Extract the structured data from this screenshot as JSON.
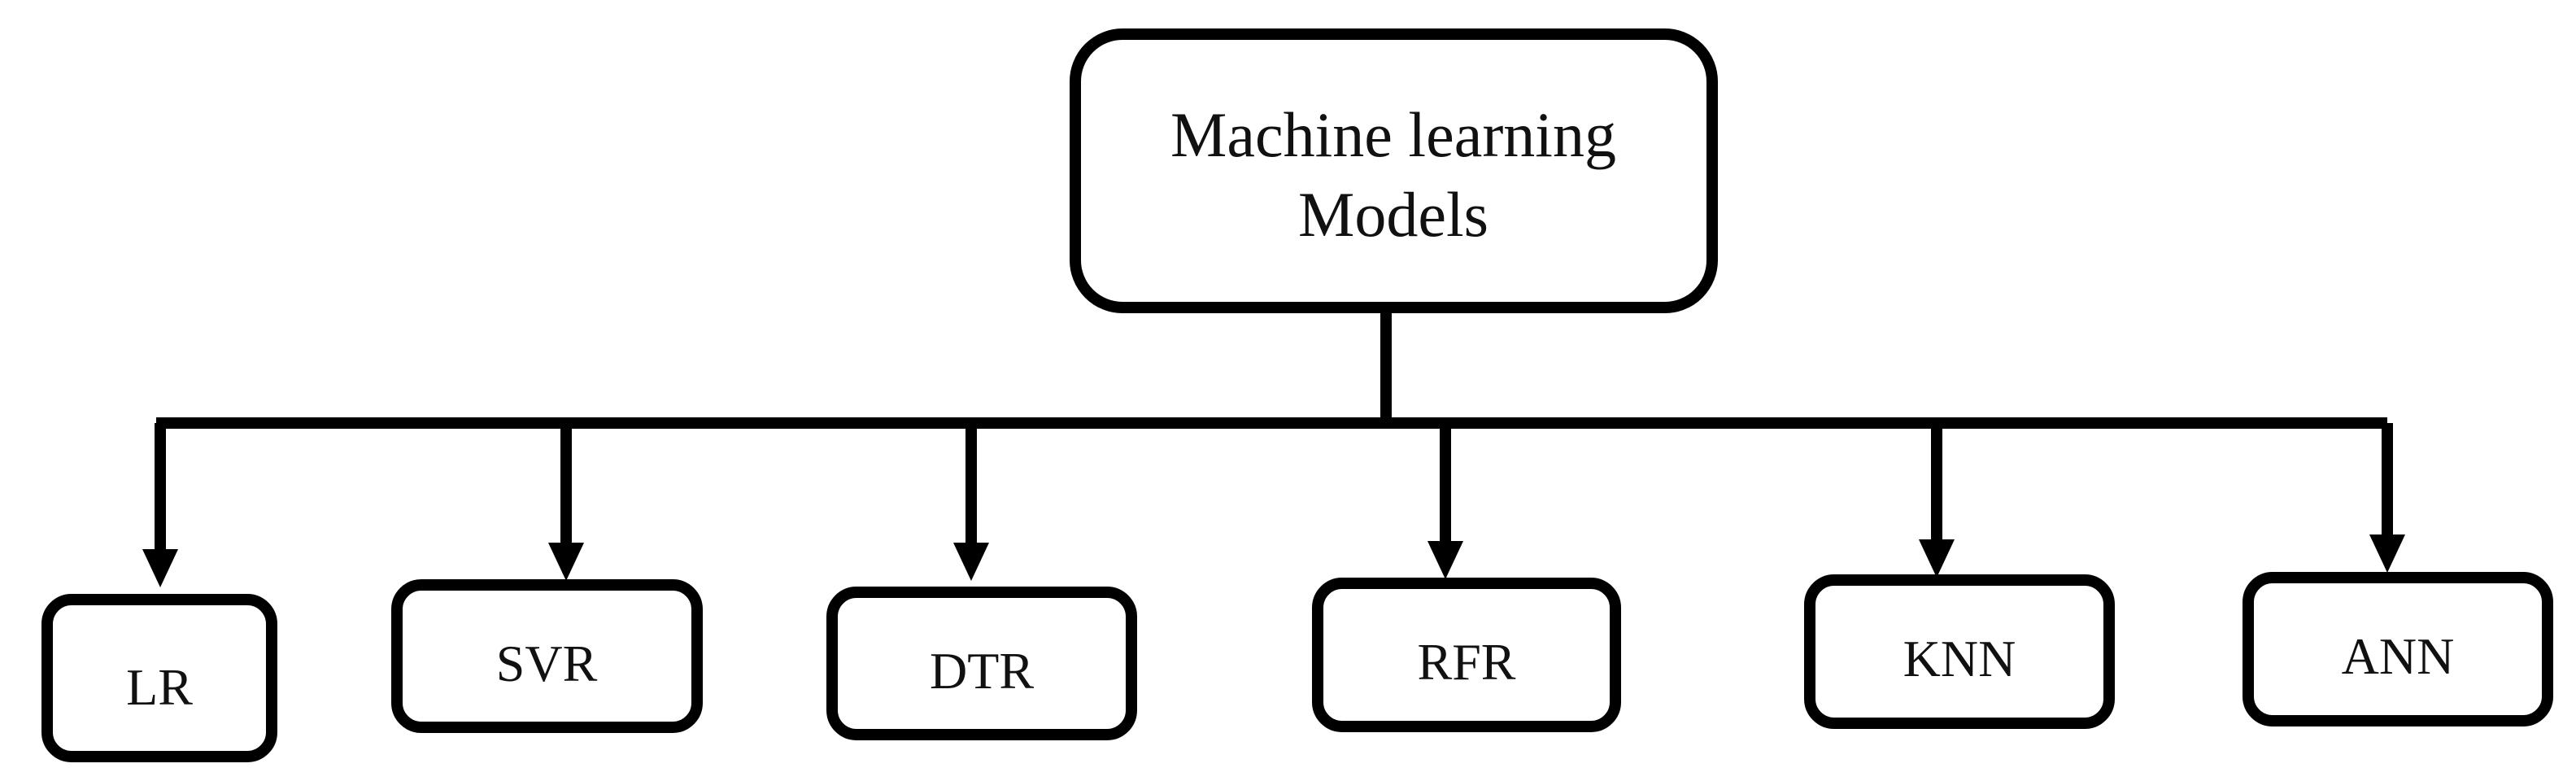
{
  "diagram": {
    "root": {
      "line1": "Machine learning",
      "line2": "Models"
    },
    "children": [
      {
        "label": "LR"
      },
      {
        "label": "SVR"
      },
      {
        "label": "DTR"
      },
      {
        "label": "RFR"
      },
      {
        "label": "KNN"
      },
      {
        "label": "ANN"
      }
    ]
  }
}
